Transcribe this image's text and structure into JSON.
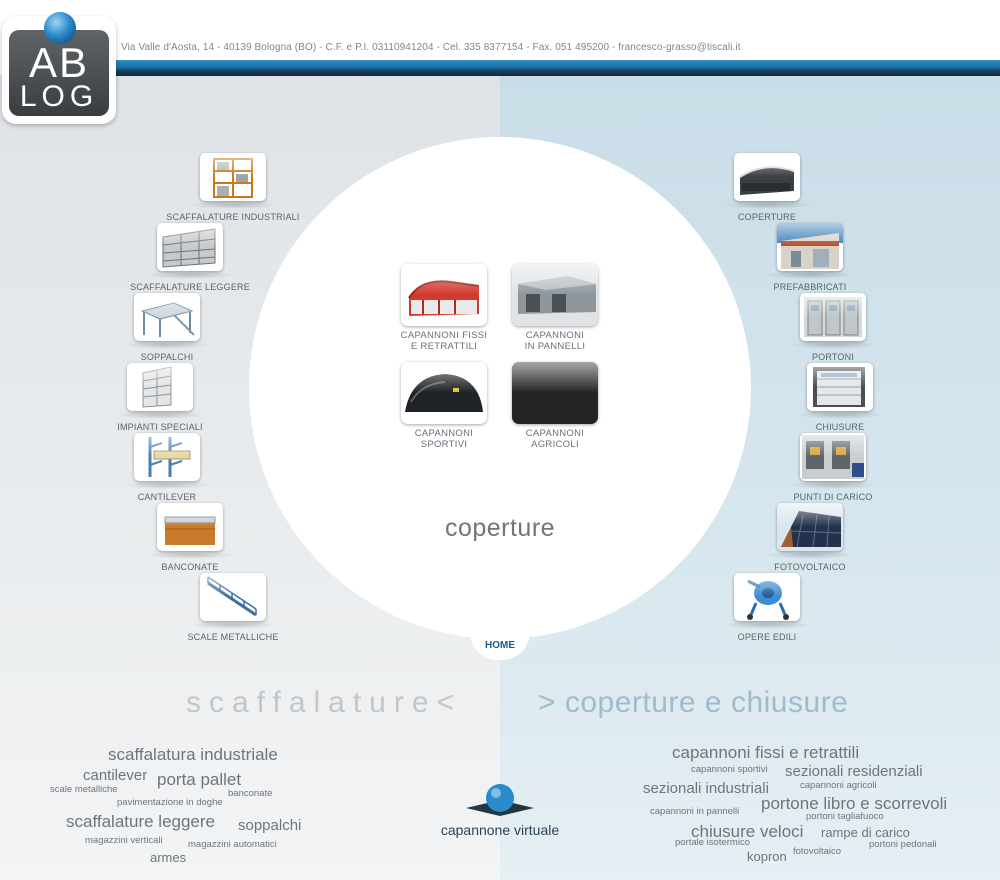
{
  "header": {
    "address": "Via Valle d'Aosta, 14 - 40139 Bologna (BO) - C.F. e P.I. 03110941204 - Cel. 335 8377154 - Fax. 051 495200 - francesco-grasso@tiscali.it",
    "logo_top": "AB",
    "logo_bottom": "LOG"
  },
  "left_nav": [
    {
      "label": "SCAFFALATURE INDUSTRIALI",
      "icon": "industrial-shelving"
    },
    {
      "label": "SCAFFALATURE LEGGERE",
      "icon": "light-shelving"
    },
    {
      "label": "SOPPALCHI",
      "icon": "mezzanine"
    },
    {
      "label": "IMPIANTI SPECIALI",
      "icon": "special-systems"
    },
    {
      "label": "CANTILEVER",
      "icon": "cantilever"
    },
    {
      "label": "BANCONATE",
      "icon": "counter"
    },
    {
      "label": "SCALE METALLICHE",
      "icon": "metal-stairs"
    }
  ],
  "right_nav": [
    {
      "label": "COPERTURE",
      "icon": "coverings"
    },
    {
      "label": "PREFABBRICATI",
      "icon": "prefabricated"
    },
    {
      "label": "PORTONI",
      "icon": "gates"
    },
    {
      "label": "CHIUSURE",
      "icon": "closures"
    },
    {
      "label": "PUNTI DI CARICO",
      "icon": "loading-points"
    },
    {
      "label": "FOTOVOLTAICO",
      "icon": "photovoltaic"
    },
    {
      "label": "OPERE EDILI",
      "icon": "building-works"
    }
  ],
  "center": {
    "categories": [
      {
        "line1": "CAPANNONI FISSI",
        "line2": "E RETRATTILI"
      },
      {
        "line1": "CAPANNONI",
        "line2": "IN PANNELLI"
      },
      {
        "line1": "CAPANNONI",
        "line2": "SPORTIVI"
      },
      {
        "line1": "CAPANNONI",
        "line2": "AGRICOLI"
      }
    ],
    "title": "coperture",
    "home": "HOME"
  },
  "sections": {
    "left": "scaffalature<",
    "right": "> coperture e chiusure"
  },
  "virtual": {
    "label": "capannone virtuale"
  },
  "left_tags": [
    "scaffalatura industriale",
    "cantilever",
    "porta pallet",
    "scale metalliche",
    "banconate",
    "pavimentazione in doghe",
    "scaffalature leggere",
    "soppalchi",
    "magazzini verticali",
    "magazzini automatici",
    "armes"
  ],
  "right_tags": [
    "capannoni fissi e retrattili",
    "capannoni sportivi",
    "sezionali residenziali",
    "capannoni agricoli",
    "sezionali industriali",
    "portone libro e scorrevoli",
    "capannoni in pannelli",
    "portoni tagliafuoco",
    "chiusure veloci",
    "rampe di carico",
    "portale isotermico",
    "portoni pedonali",
    "kopron",
    "fotovoltaico"
  ],
  "colors": {
    "header_bar": "#1c6fa5",
    "home_link": "#1f5d8c",
    "right_bg": "#c9dde8",
    "left_bg": "#dfe3e7"
  }
}
